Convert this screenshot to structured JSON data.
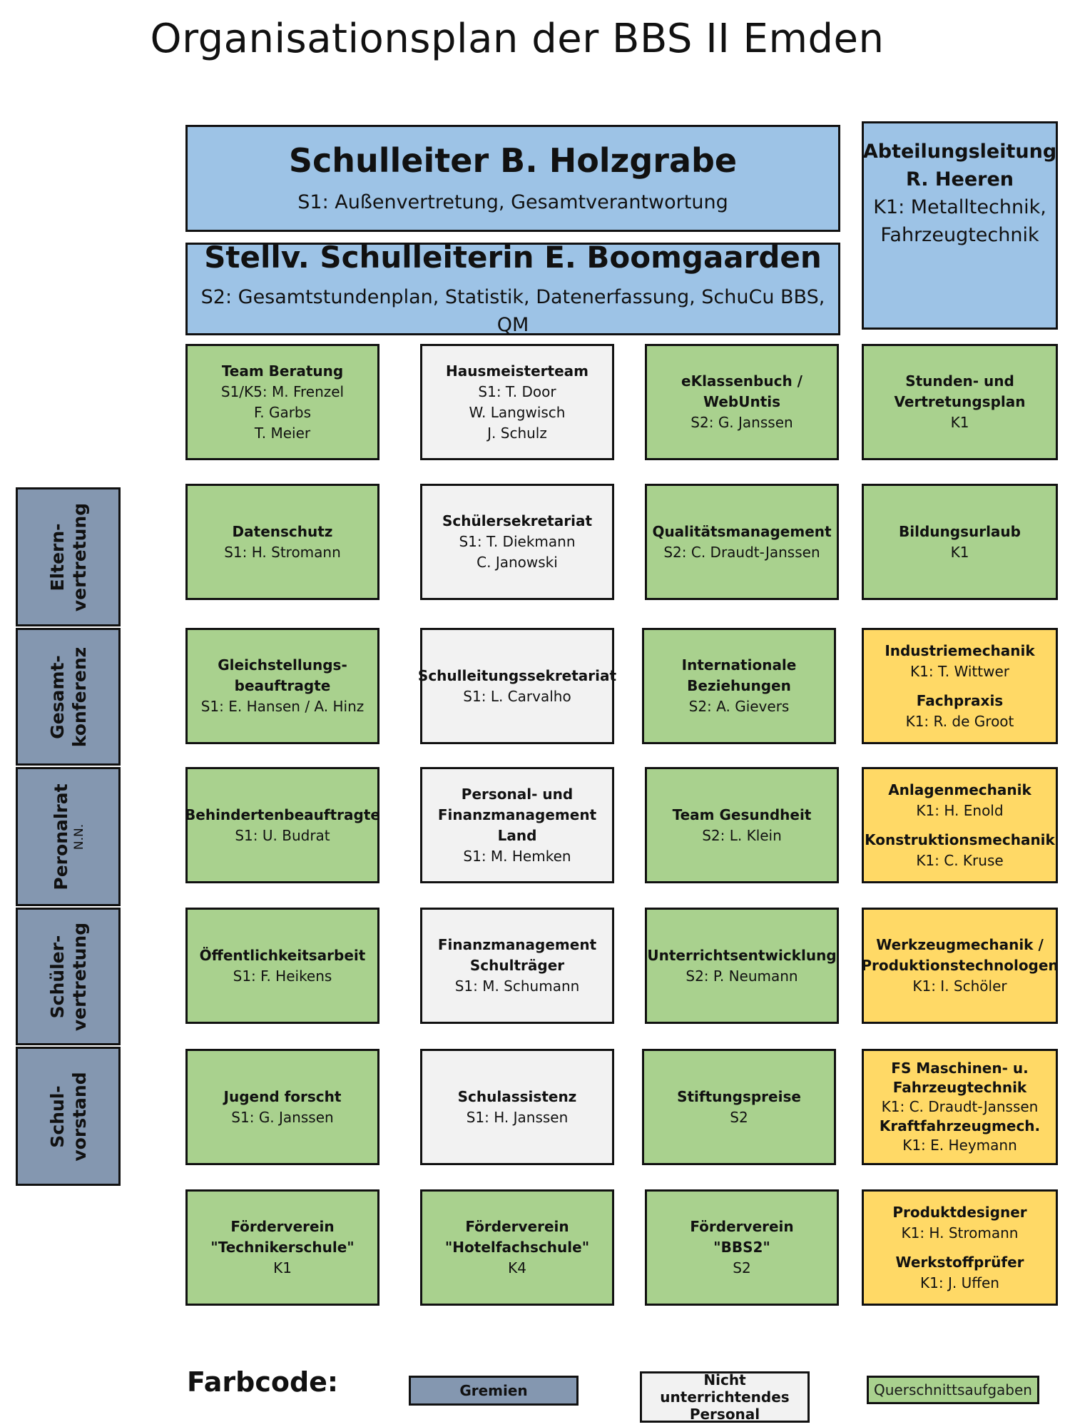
{
  "title": "Organisationsplan der BBS II Emden",
  "schulleiter": {
    "name": "Schulleiter B. Holzgrabe",
    "task": "S1: Außenvertretung, Gesamtverantwortung"
  },
  "stellv": {
    "name": "Stellv. Schulleiterin E. Boomgaarden",
    "task": "S2: Gesamtstundenplan, Statistik, Datenerfassung, SchuCu BBS, QM"
  },
  "abteilung": {
    "l1": "Abteilungsleitung",
    "l2": "R. Heeren",
    "l3": "K1: Metalltechnik,",
    "l4": "Fahrzeugtechnik"
  },
  "gremien": [
    {
      "l1": "Eltern-",
      "l2": "vertretung"
    },
    {
      "l1": "Gesamt-",
      "l2": "konferenz"
    },
    {
      "l1": "Peronalrat",
      "l2": "N.N."
    },
    {
      "l1": "Schüler-",
      "l2": "vertretung"
    },
    {
      "l1": "Schul-",
      "l2": "vorstand"
    }
  ],
  "rows": [
    [
      {
        "t1": "Team Beratung",
        "t2": "S1/K5: M. Frenzel",
        "t3": "F. Garbs",
        "t4": "T. Meier"
      },
      {
        "t1": "Hausmeisterteam",
        "t2": "S1: T. Door",
        "t3": "W. Langwisch",
        "t4": "J. Schulz"
      },
      {
        "t1": "eKlassenbuch /",
        "t2": "WebUntis",
        "t3": "S2: G. Janssen"
      },
      {
        "t1": "Stunden- und",
        "t2": "Vertretungsplan",
        "t3": "K1"
      }
    ],
    [
      {
        "t1": "Datenschutz",
        "t2": "S1: H. Stromann"
      },
      {
        "t1": "Schülersekretariat",
        "t2": "S1: T. Diekmann",
        "t3": "C. Janowski"
      },
      {
        "t1": "Qualitätsmanagement",
        "t2": "S2: C. Draudt-Janssen"
      },
      {
        "t1": "Bildungsurlaub",
        "t2": "K1"
      }
    ],
    [
      {
        "t1": "Gleichstellungs-",
        "t2": "beauftragte",
        "t3": "S1: E. Hansen / A. Hinz"
      },
      {
        "t1": "Schulleitungssekretariat",
        "t2": "S1: L. Carvalho"
      },
      {
        "t1": "Internationale",
        "t2": "Beziehungen",
        "t3": "S2: A. Gievers"
      },
      {
        "a1": "Industriemechanik",
        "a2": "K1: T. Wittwer",
        "b1": "Fachpraxis",
        "b2": "K1: R. de Groot"
      }
    ],
    [
      {
        "t1": "Behindertenbeauftragte",
        "t2": "S1: U. Budrat"
      },
      {
        "t1": "Personal- und",
        "t2": "Finanzmanagement Land",
        "t3": "S1: M. Hemken"
      },
      {
        "t1": "Team Gesundheit",
        "t2": "S2: L. Klein"
      },
      {
        "a1": "Anlagenmechanik",
        "a2": "K1: H. Enold",
        "b1": "Konstruktionsmechanik",
        "b2": "K1: C. Kruse"
      }
    ],
    [
      {
        "t1": "Öffentlichkeitsarbeit",
        "t2": "S1: F. Heikens"
      },
      {
        "t1": "Finanzmanagement",
        "t2": "Schulträger",
        "t3": "S1: M. Schumann"
      },
      {
        "t1": "Unterrichtsentwicklung",
        "t2": "S2: P. Neumann"
      },
      {
        "t1": "Werkzeugmechanik /",
        "t2": "Produktionstechnologen",
        "t3": "K1: I. Schöler"
      }
    ],
    [
      {
        "t1": "Jugend forscht",
        "t2": "S1: G. Janssen"
      },
      {
        "t1": "Schulassistenz",
        "t2": "S1: H. Janssen"
      },
      {
        "t1": "Stiftungspreise",
        "t2": "S2"
      },
      {
        "t1": "FS Maschinen- u.",
        "t2": "Fahrzeugtechnik",
        "t3": "K1: C. Draudt-Janssen",
        "t4": "Kraftfahrzeugmech.",
        "t5": "K1: E. Heymann"
      }
    ],
    [
      {
        "t1": "Förderverein",
        "t2": "\"Technikerschule\"",
        "t3": "K1"
      },
      {
        "t1": "Förderverein",
        "t2": "\"Hotelfachschule\"",
        "t3": "K4"
      },
      {
        "t1": "Förderverein",
        "t2": "\"BBS2\"",
        "t3": "S2"
      },
      {
        "a1": "Produktdesigner",
        "a2": "K1: H. Stromann",
        "b1": "Werkstoffprüfer",
        "b2": "K1: J. Uffen"
      }
    ]
  ],
  "legend": {
    "label": "Farbcode:",
    "gremien": "Gremien",
    "nicht1": "Nicht unterrichtendes",
    "nicht2": "Personal",
    "quer": "Querschnittsaufgaben"
  },
  "colors": {
    "blue": "#9dc3e6",
    "green": "#a9d18e",
    "grey": "#f2f2f2",
    "yellow": "#ffd966",
    "gremien": "#8497b0"
  }
}
